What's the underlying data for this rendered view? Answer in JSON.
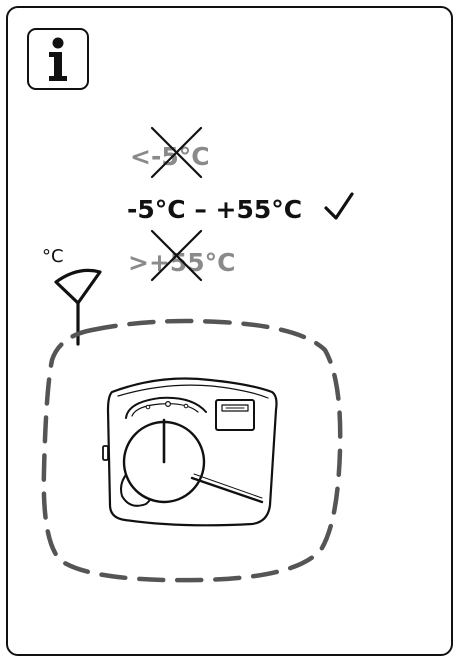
{
  "temperature_range": {
    "too_low_label": "<-5°C",
    "ok_label": "-5°C – +55°C",
    "too_high_label": ">+55°C"
  },
  "sensor": {
    "unit_label": "°C"
  },
  "icons": {
    "info": "info-icon",
    "cross": "cross-icon",
    "check": "checkmark-icon",
    "sensor": "temperature-sensor-icon",
    "device": "thermostat-device-icon"
  },
  "colors": {
    "ink": "#111111",
    "muted": "#8a8a8a",
    "dash": "#555555"
  }
}
